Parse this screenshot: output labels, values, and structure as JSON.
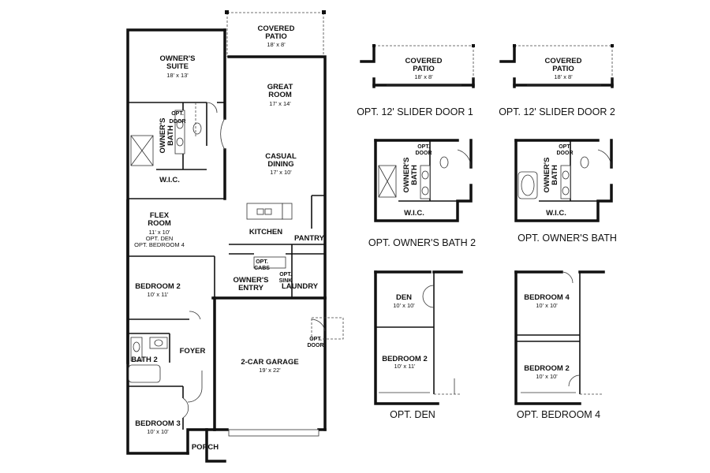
{
  "main_plan": {
    "covered_patio": {
      "name": "COVERED\nPATIO",
      "dims": "18' x 8'"
    },
    "owners_suite": {
      "name": "OWNER'S\nSUITE",
      "dims": "18' x 13'"
    },
    "great_room": {
      "name": "GREAT\nROOM",
      "dims": "17' x 14'"
    },
    "casual_dining": {
      "name": "CASUAL\nDINING",
      "dims": "17' x 10'"
    },
    "opt_door_bath": "OPT.\nDOOR",
    "owners_bath": "OWNER'S\nBATH",
    "wic": "W.I.C.",
    "flex_room": {
      "name": "FLEX\nROOM",
      "dims": "11' x 10'",
      "note": "OPT. DEN\nOPT. BEDROOM 4"
    },
    "kitchen": "KITCHEN",
    "pantry": "PANTRY",
    "opt_cabs": "OPT.\nCABS",
    "opt_sink": "OPT.\nSINK",
    "owners_entry": "OWNER'S\nENTRY",
    "laundry": "LAUNDRY",
    "bedroom_2": {
      "name": "BEDROOM 2",
      "dims": "10' x 11'"
    },
    "opt_door_garage": "OPT.\nDOOR",
    "foyer": "FOYER",
    "bath_2": "BATH 2",
    "garage": {
      "name": "2-CAR GARAGE",
      "dims": "19' x 22'"
    },
    "bedroom_3": {
      "name": "BEDROOM 3",
      "dims": "10' x 10'"
    },
    "porch": "PORCH"
  },
  "options": {
    "slider_1": {
      "patio_name": "COVERED\nPATIO",
      "patio_dims": "18' x 8'",
      "caption": "OPT. 12' SLIDER DOOR 1"
    },
    "slider_2": {
      "patio_name": "COVERED\nPATIO",
      "patio_dims": "18' x 8'",
      "caption": "OPT. 12' SLIDER DOOR 2"
    },
    "owners_bath_2": {
      "opt_door": "OPT.\nDOOR",
      "bath": "OWNER'S\nBATH",
      "wic": "W.I.C.",
      "caption": "OPT. OWNER'S BATH 2"
    },
    "owners_bath": {
      "opt_door": "OPT.\nDOOR",
      "bath": "OWNER'S\nBATH",
      "wic": "W.I.C.",
      "caption": "OPT. OWNER'S BATH"
    },
    "den": {
      "den_name": "DEN",
      "den_dims": "10' x 10'",
      "bed_name": "BEDROOM 2",
      "bed_dims": "10' x 11'",
      "caption": "OPT. DEN"
    },
    "bedroom_4": {
      "bed4_name": "BEDROOM 4",
      "bed4_dims": "10' x 10'",
      "bed2_name": "BEDROOM 2",
      "bed2_dims": "10' x 10'",
      "caption": "OPT. BEDROOM 4"
    }
  }
}
